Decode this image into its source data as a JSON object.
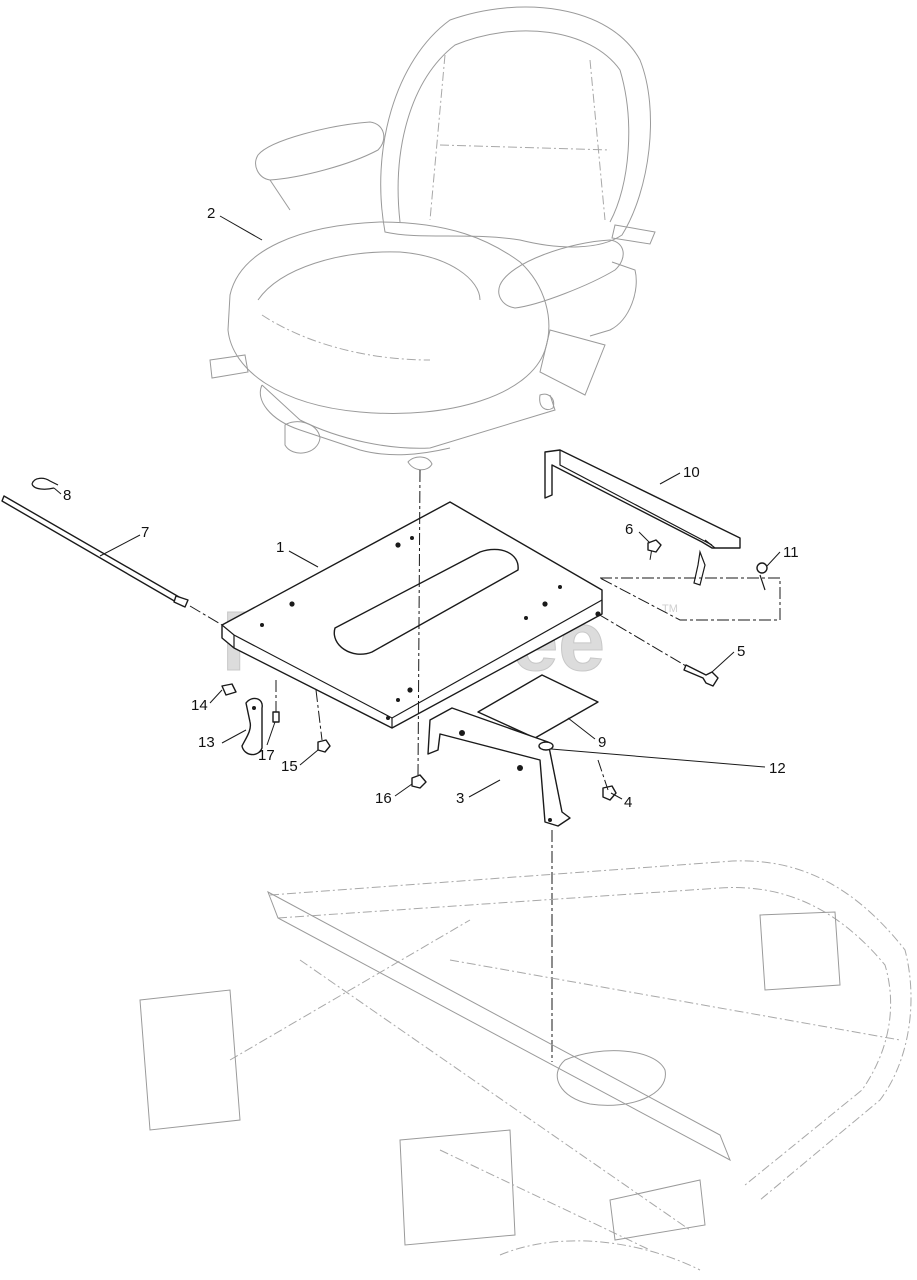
{
  "watermark": {
    "brand": "PartsTree",
    "trademark": "TM"
  },
  "callouts": [
    {
      "id": "1",
      "label": "1"
    },
    {
      "id": "2",
      "label": "2"
    },
    {
      "id": "3",
      "label": "3"
    },
    {
      "id": "4",
      "label": "4"
    },
    {
      "id": "5",
      "label": "5"
    },
    {
      "id": "6",
      "label": "6"
    },
    {
      "id": "7",
      "label": "7"
    },
    {
      "id": "8",
      "label": "8"
    },
    {
      "id": "9",
      "label": "9"
    },
    {
      "id": "10",
      "label": "10"
    },
    {
      "id": "11",
      "label": "11"
    },
    {
      "id": "12",
      "label": "12"
    },
    {
      "id": "13",
      "label": "13"
    },
    {
      "id": "14",
      "label": "14"
    },
    {
      "id": "15",
      "label": "15"
    },
    {
      "id": "16",
      "label": "16"
    },
    {
      "id": "17",
      "label": "17"
    }
  ]
}
